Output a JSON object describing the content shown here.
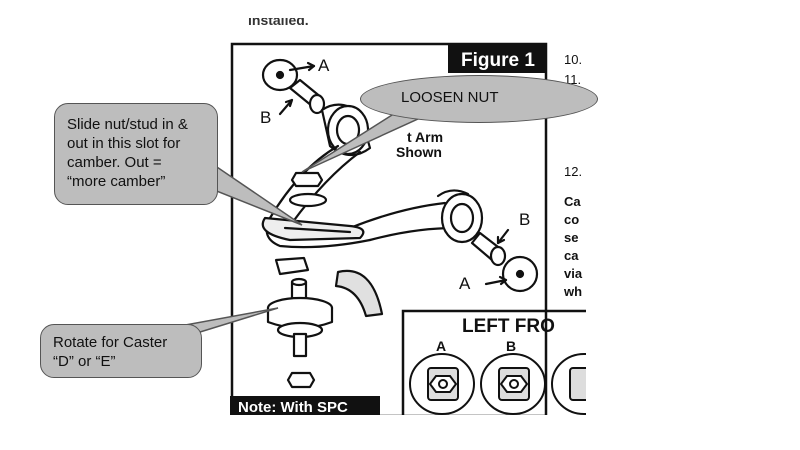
{
  "figure": {
    "top_fragment": "installed.",
    "title": "Figure 1",
    "arm_caption_line1": "t Arm",
    "arm_caption_line2": "Shown",
    "label_a": "A",
    "label_b": "B",
    "note": "Note: With SPC"
  },
  "right_column": {
    "step_10": "10.",
    "step_11": "11.",
    "step_12": "12.",
    "fragments": [
      "Ca",
      "co",
      "se",
      "ca",
      "via",
      "wh"
    ]
  },
  "inset": {
    "title": "LEFT FRO",
    "label_a": "A",
    "label_b": "B"
  },
  "callouts": {
    "loosen": "LOOSEN NUT",
    "camber_lines": [
      "Slide nut/stud in &",
      "out in this slot for",
      "camber.  Out =",
      "“more camber”"
    ],
    "caster_lines": [
      "Rotate for Caster",
      "“D” or “E”"
    ]
  },
  "colors": {
    "callout_fill": "#bdbdbd",
    "callout_border": "#555555",
    "ink": "#111111"
  }
}
